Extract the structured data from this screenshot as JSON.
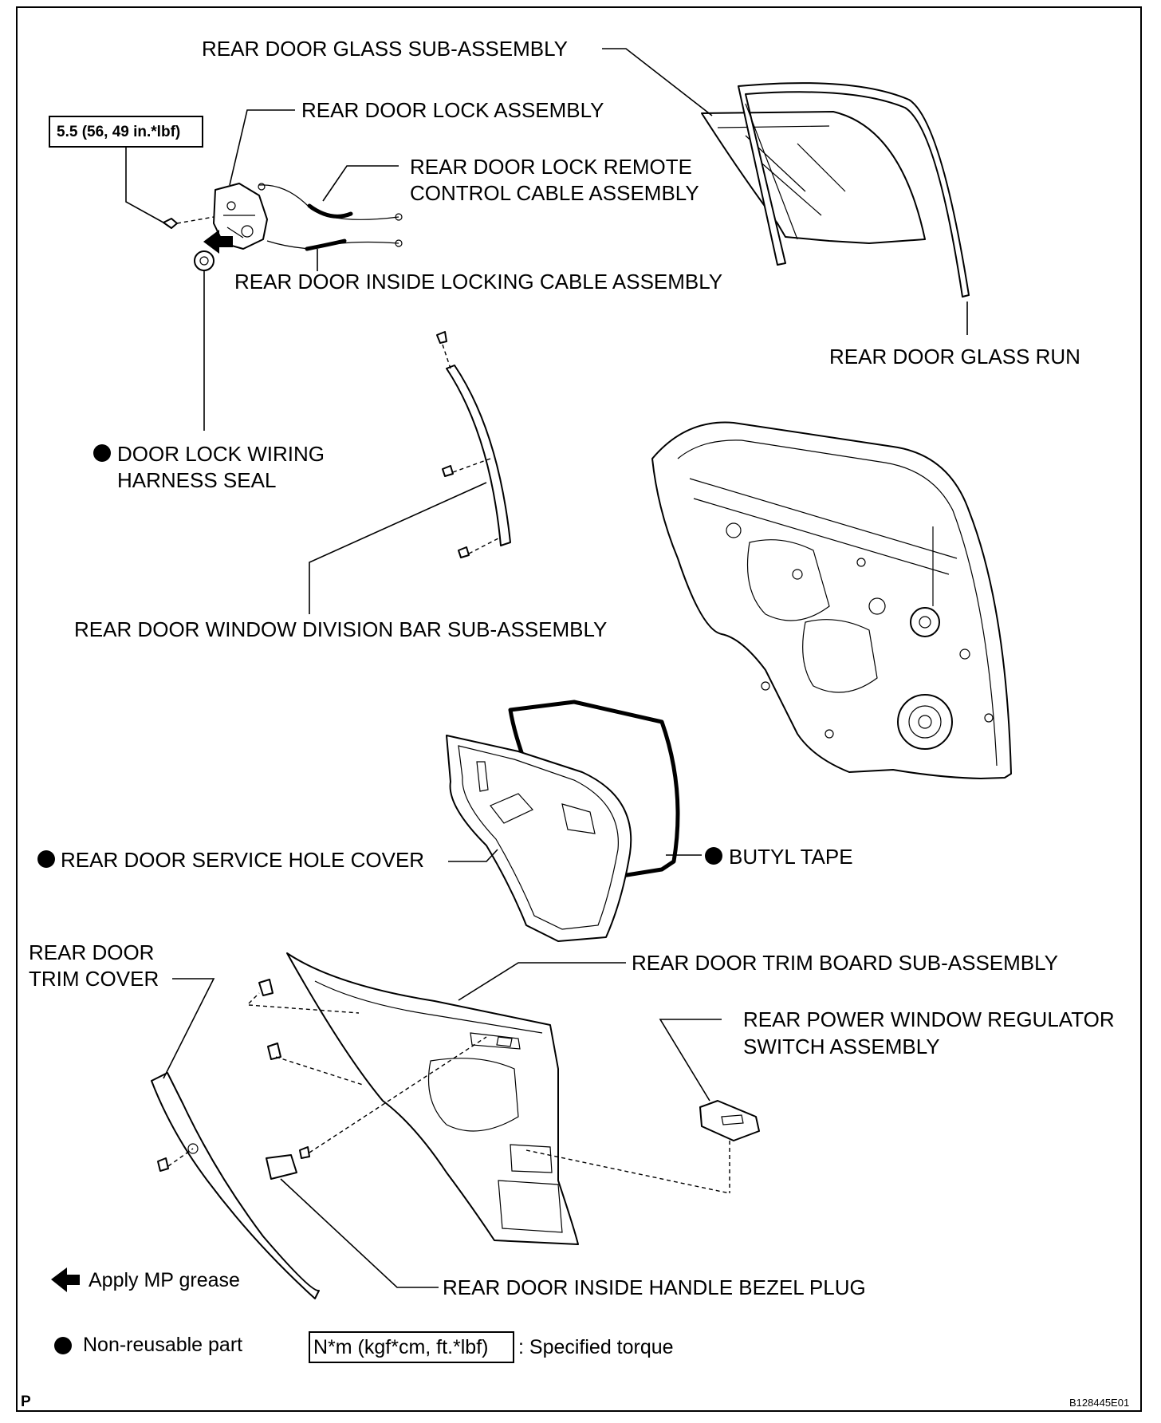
{
  "labels": {
    "glass": "REAR DOOR GLASS SUB-ASSEMBLY",
    "lock": "REAR DOOR LOCK ASSEMBLY",
    "torque_value": "5.5 (56, 49 in.*lbf)",
    "remote_cable_1": "REAR DOOR LOCK REMOTE",
    "remote_cable_2": "CONTROL CABLE ASSEMBLY",
    "locking_cable": "REAR DOOR INSIDE LOCKING CABLE ASSEMBLY",
    "glass_run": "REAR DOOR GLASS RUN",
    "harness_seal_1": "DOOR LOCK WIRING",
    "harness_seal_2": "HARNESS SEAL",
    "division_bar": "REAR DOOR WINDOW DIVISION BAR SUB-ASSEMBLY",
    "service_hole_cover": "REAR DOOR SERVICE HOLE COVER",
    "butyl_tape": "BUTYL TAPE",
    "trim_cover_1": "REAR DOOR",
    "trim_cover_2": "TRIM COVER",
    "trim_board": "REAR DOOR TRIM BOARD SUB-ASSEMBLY",
    "switch_1": "REAR POWER WINDOW REGULATOR",
    "switch_2": "SWITCH ASSEMBLY",
    "bezel_plug": "REAR DOOR INSIDE HANDLE BEZEL PLUG"
  },
  "legend": {
    "grease": "Apply MP grease",
    "non_reusable": "Non-reusable part",
    "torque_box": "N*m (kgf*cm, ft.*lbf)",
    "torque_desc": ": Specified torque"
  },
  "footer": {
    "corner_letter": "P",
    "figure_code": "B128445E01"
  },
  "symbols": {
    "non_reusable_marker": "filled-circle",
    "grease_marker": "left-arrow"
  }
}
